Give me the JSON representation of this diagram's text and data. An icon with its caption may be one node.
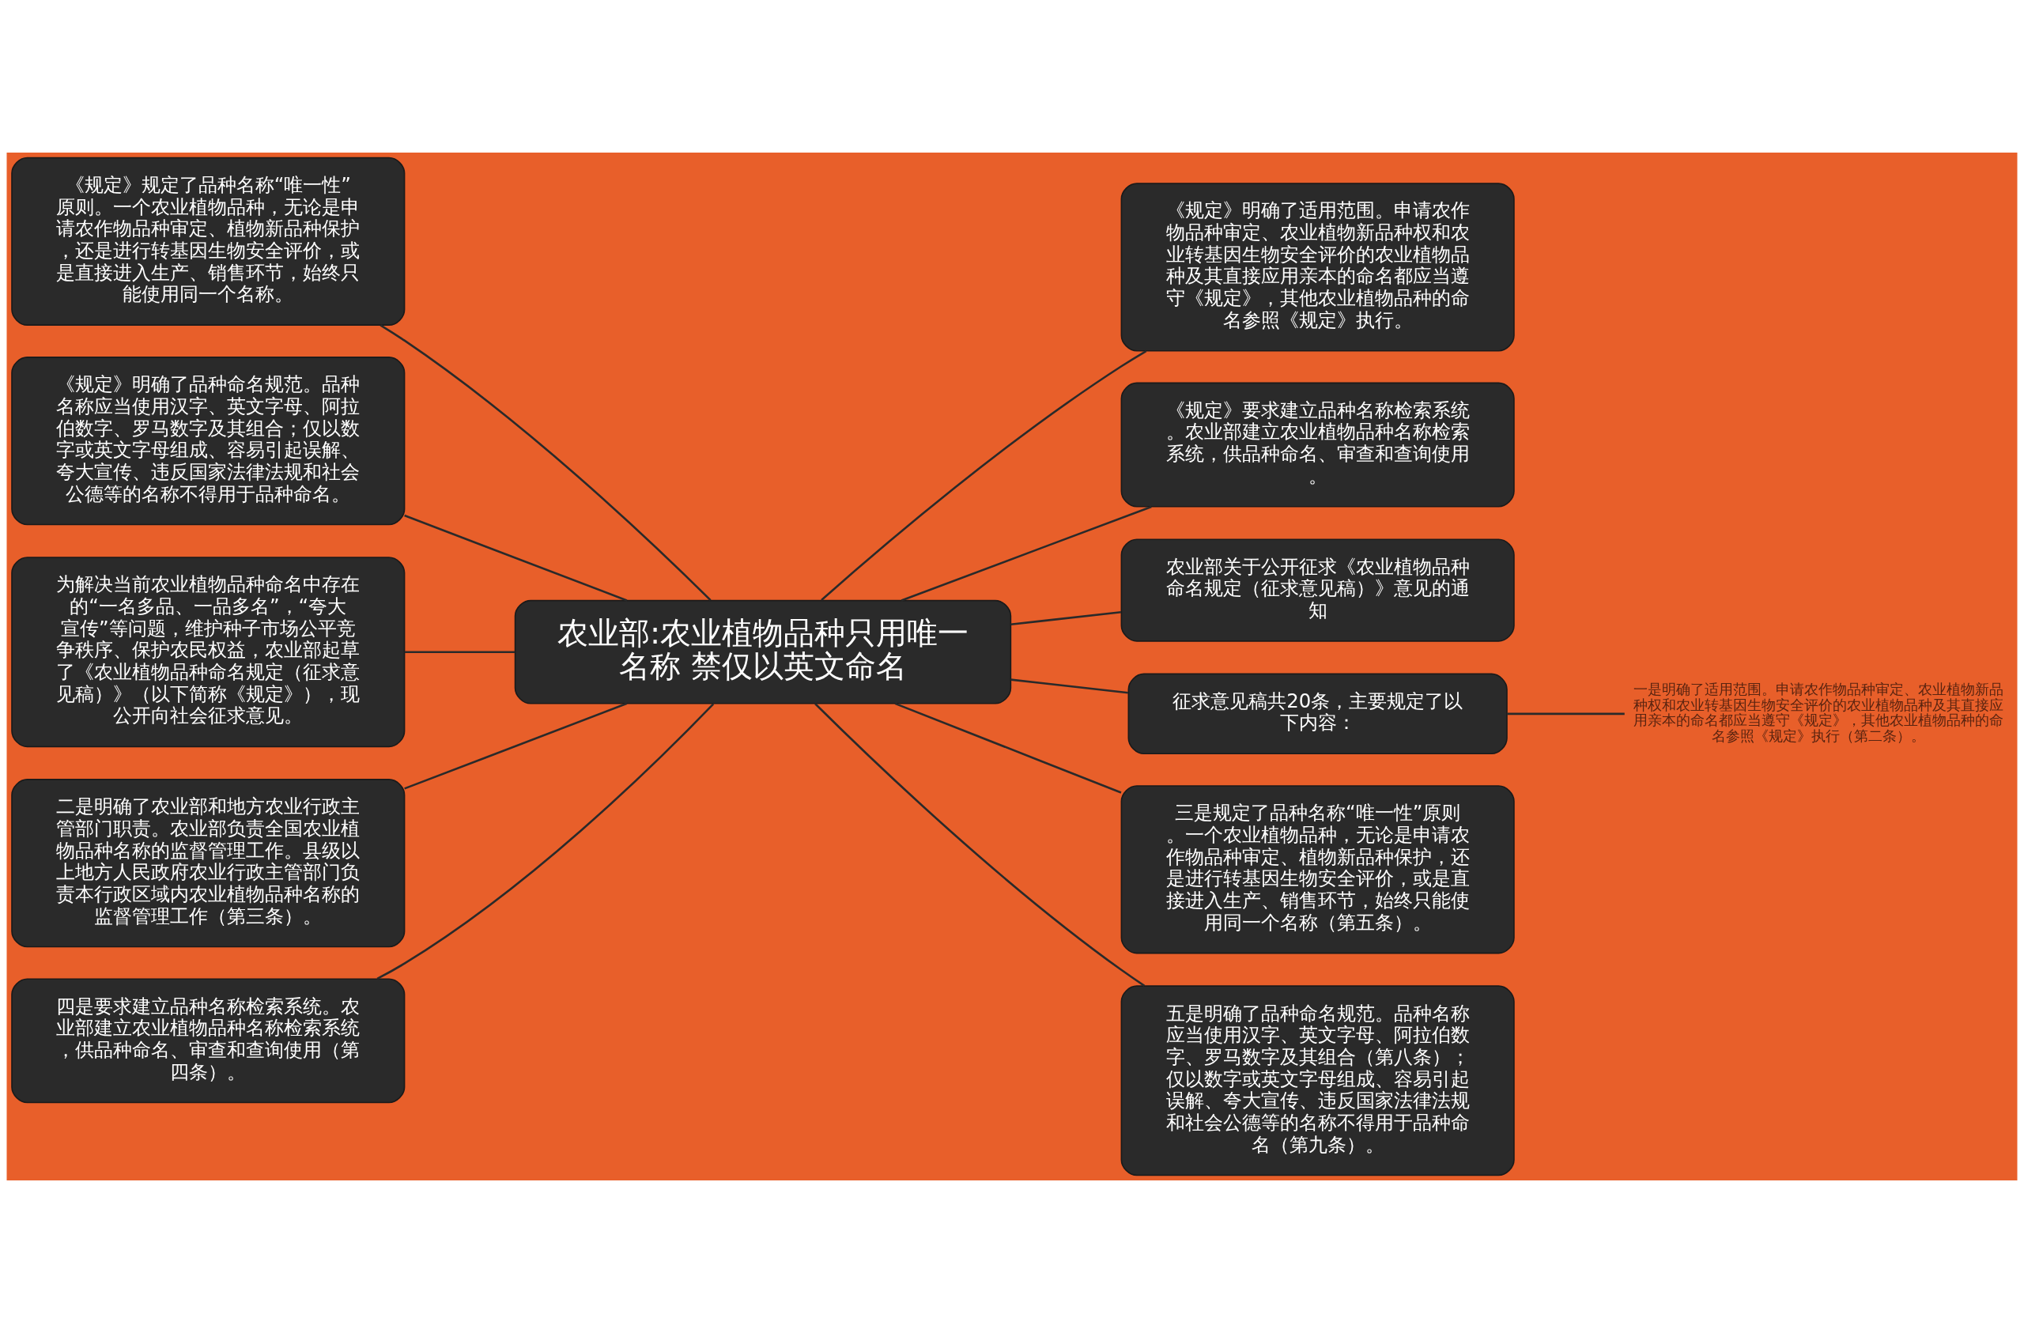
{
  "diagram": {
    "nodes": [
      {
        "text": [
          "农业部:农业植物品种只用唯一名称 禁仅以英文命名"
        ]
      },
      {
        "text": [
          "《规定》规定了品种名称“唯一性”原则。一个农业植物品种，无论是申请农作物品种审定、植物新品种保护，还是进行转基因生物安全评价，或是直接进入生产、销售环节，始终只能使用同一个名称。"
        ]
      },
      {
        "text": [
          "《规定》明确了品种命名规范。品种名称应当使用汉字、英文字母、阿拉伯数字、罗马数字及其组合；仅以数字或英文字母组成、容易引起误解、夸大宣传、违反国家法律法规和社会公德等的名称不得用于品种命名。"
        ]
      },
      {
        "text": [
          "为解决当前农业植物品种命名中存在的“一名多品、一品多名”，“夸大宣传”等问题，维护种子市场公平竞争秩序、保护农民权益，农业部起草了《农业植物品种命名规定（征求意见稿）》（以下简称《规定》），现公开向社会征求意见。"
        ]
      },
      {
        "text": [
          "二是明确了农业部和地方农业行政主管部门职责。农业部负责全国农业植物品种名称的监督管理工作。县级以上地方人民政府农业行政主管部门负责本行政区域内农业植物品种名称的监督管理工作（第三条）。"
        ]
      },
      {
        "text": [
          "四是要求建立品种名称检索系统。农业部建立农业植物品种名称检索系统，供品种命名、审查和查询使用（第四条）。"
        ]
      },
      {
        "text": [
          "《规定》明确了适用范围。申请农作物品种审定、农业植物新品种权和农业转基因生物安全评价的农业植物品种及其直接应用亲本的命名都应当遵守《规定》，其他农业植物品种的命名参照《规定》执行。"
        ]
      },
      {
        "text": [
          "《规定》要求建立品种名称检索系统。农业部建立农业植物品种名称检索系统，供品种命名、审查和查询使用。"
        ]
      },
      {
        "text": [
          "农业部关于公开征求《农业植物品种命名规定（征求意见稿）》意见的通知"
        ]
      },
      {
        "text": [
          "征求意见稿共20条，主要规定了以下内容："
        ]
      },
      {
        "text": [
          "三是规定了品种名称“唯一性”原则。一个农业植物品种，无论是申请农作物品种审定、植物新品种保护，还是进行转基因生物安全评价，或是直接进入生产、销售环节，始终只能使用同一个名称（第五条）。"
        ]
      },
      {
        "text": [
          "五是明确了品种命名规范。品种名称应当使用汉字、英文字母、阿拉伯数字、罗马数字及其组合（第八条）；仅以数字或英文字母组成、容易引起误解、夸大宣传、违反国家法律法规和社会公德等的名称不得用于品种命名（第九条）。"
        ]
      },
      {
        "text": [
          "一是明确了适用范围。申请农作物品种审定、农业植物新品种权和农业转基因生物安全评价的农业植物品种及其直接应用亲本的命名都应当遵守《规定》，其他农业植物品种的命名参照《规定》执行（第二条）。"
        ]
      }
    ],
    "edges": [
      {
        "from": 1,
        "to": 0,
        "arrow": "none"
      },
      {
        "from": 2,
        "to": 0,
        "arrow": "none"
      },
      {
        "from": 3,
        "to": 0,
        "arrow": "none"
      },
      {
        "from": 4,
        "to": 0,
        "arrow": "none"
      },
      {
        "from": 5,
        "to": 0,
        "arrow": "none"
      },
      {
        "from": 0,
        "to": 6,
        "arrow": "none"
      },
      {
        "from": 0,
        "to": 7,
        "arrow": "none"
      },
      {
        "from": 0,
        "to": 8,
        "arrow": "none"
      },
      {
        "from": 0,
        "to": 9,
        "arrow": "none"
      },
      {
        "from": 0,
        "to": 10,
        "arrow": "none"
      },
      {
        "from": 0,
        "to": 11,
        "arrow": "none"
      },
      {
        "from": 9,
        "to": 12,
        "arrow": "none"
      }
    ]
  }
}
